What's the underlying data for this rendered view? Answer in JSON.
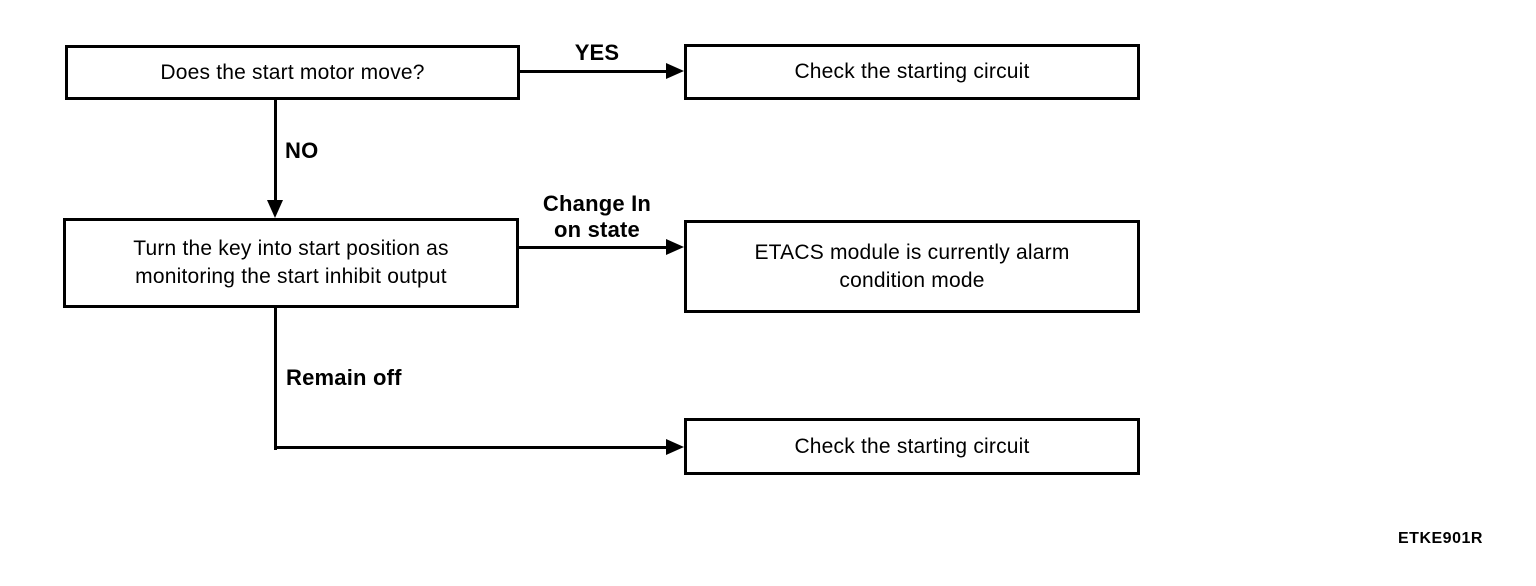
{
  "diagram": {
    "nodes": {
      "start_question": {
        "label": "Does the start motor move?"
      },
      "check_circuit_top": {
        "label": "Check the starting circuit"
      },
      "turn_key": {
        "label": "Turn the key into start position as\nmonitoring the start inhibit output"
      },
      "etacs_alarm": {
        "label": "ETACS module is currently alarm\ncondition mode"
      },
      "check_circuit_bottom": {
        "label": "Check the starting circuit"
      }
    },
    "edge_labels": {
      "yes": "YES",
      "no": "NO",
      "change_on": "Change In\non state",
      "remain_off": "Remain off"
    },
    "reference_code": "ETKE901R",
    "colors": {
      "line": "#000000",
      "background": "#ffffff"
    }
  }
}
